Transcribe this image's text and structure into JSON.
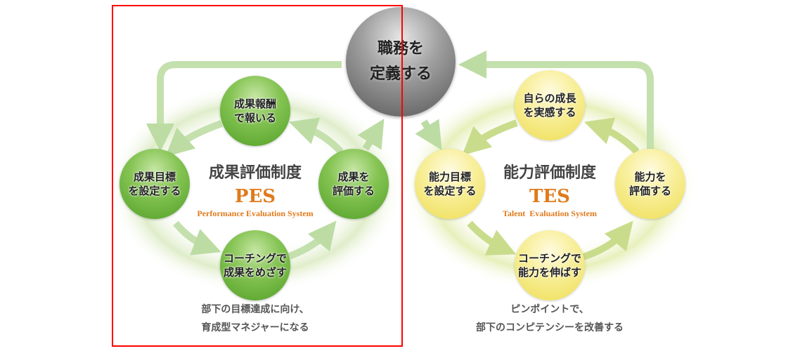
{
  "center": {
    "line1": "職務を",
    "line2": "定義する"
  },
  "pes": {
    "title": "成果評価制度",
    "abbr": "PES",
    "full": "Performance Evaluation System",
    "nodes": {
      "top": [
        "成果報酬",
        "で報いる"
      ],
      "left": [
        "成果目標",
        "を設定する"
      ],
      "right": [
        "成果を",
        "評価する"
      ],
      "bottom": [
        "コーチングで",
        "成果をめざす"
      ]
    },
    "caption": [
      "部下の目標達成に向け、",
      "育成型マネジャーになる"
    ]
  },
  "tes": {
    "title": "能力評価制度",
    "abbr": "TES",
    "full": "Talent  Evaluation System",
    "nodes": {
      "top": [
        "自らの成長",
        "を実感する"
      ],
      "left": [
        "能力目標",
        "を設定する"
      ],
      "right": [
        "能力を",
        "評価する"
      ],
      "bottom": [
        "コーチングで",
        "能力を伸ばす"
      ]
    },
    "caption": [
      "ピンポイントで、",
      "部下のコンピテンシーを改善する"
    ]
  },
  "colors": {
    "green": "#6db33f",
    "yellow": "#f1e266",
    "gray": "#777777",
    "orange": "#e07a1c",
    "highlight": "#ff0000"
  }
}
